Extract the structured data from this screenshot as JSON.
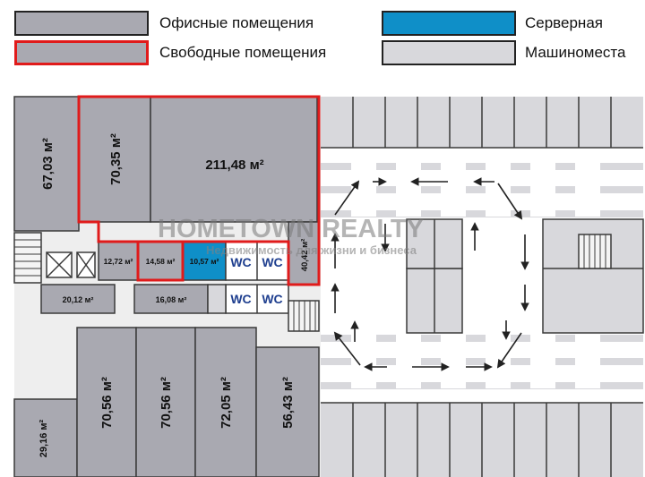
{
  "legend": {
    "office": {
      "label": "Офисные помещения",
      "color": "#a9a9b1"
    },
    "free": {
      "label": "Свободные помещения",
      "color": "#a9a9b1",
      "border": "#e01b1b"
    },
    "server": {
      "label": "Серверная",
      "color": "#0f8fc8"
    },
    "parking": {
      "label": "Машиноместа",
      "color": "#d8d8dc"
    }
  },
  "rooms": [
    {
      "id": "r1",
      "area": "67,03 м²",
      "kind": "office"
    },
    {
      "id": "r2",
      "area": "70,35 м²",
      "kind": "free"
    },
    {
      "id": "r3",
      "area": "211,48 м²",
      "kind": "free"
    },
    {
      "id": "r4",
      "area": "12,72 м²",
      "kind": "free"
    },
    {
      "id": "r5",
      "area": "14,58 м²",
      "kind": "free"
    },
    {
      "id": "r6",
      "area": "10,57 м²",
      "kind": "server"
    },
    {
      "id": "r7",
      "area": "40,42 м²",
      "kind": "free"
    },
    {
      "id": "r8",
      "area": "20,12 м²",
      "kind": "office"
    },
    {
      "id": "r9",
      "area": "16,08 м²",
      "kind": "office"
    },
    {
      "id": "r10",
      "area": "29,16 м²",
      "kind": "office"
    },
    {
      "id": "r11",
      "area": "70,56 м²",
      "kind": "office"
    },
    {
      "id": "r12",
      "area": "70,56 м²",
      "kind": "office"
    },
    {
      "id": "r13",
      "area": "72,05 м²",
      "kind": "office"
    },
    {
      "id": "r14",
      "area": "56,43 м²",
      "kind": "office"
    }
  ],
  "wc_label": "WC",
  "watermark": {
    "title": "HOMETOWN REALTY",
    "subtitle": "Недвижимость для жизни и бизнеса"
  },
  "colors": {
    "wall": "#3a3a3a",
    "corridor": "#eeeeee",
    "road": "#ffffff",
    "wc_text": "#1f3f8f"
  }
}
